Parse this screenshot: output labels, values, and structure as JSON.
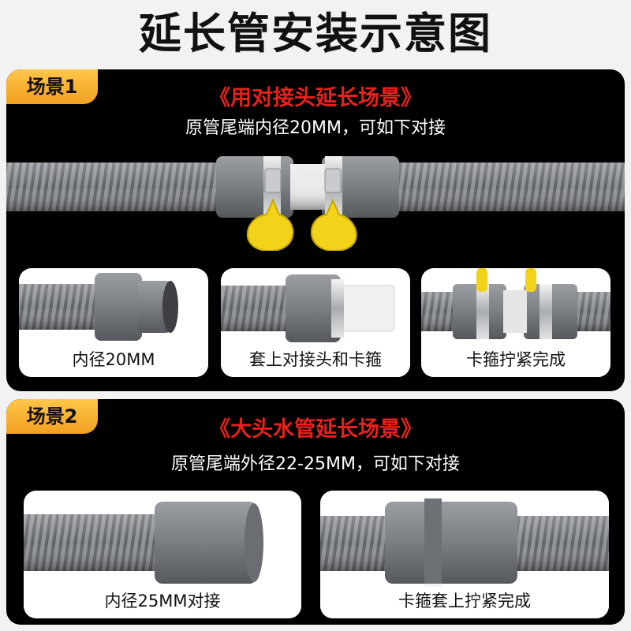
{
  "title": "延长管安装示意图",
  "scene1": {
    "tag": "场景1",
    "headline": "《用对接头延长场景》",
    "subline": "原管尾端内径20MM，可如下对接",
    "cards": [
      {
        "caption": "内径20MM"
      },
      {
        "caption": "套上对接头和卡箍"
      },
      {
        "caption": "卡箍拧紧完成"
      }
    ]
  },
  "scene2": {
    "tag": "场景2",
    "headline": "《大头水管延长场景》",
    "subline": "原管尾端外径22-25MM，可如下对接",
    "cards": [
      {
        "caption": "内径25MM对接"
      },
      {
        "caption": "卡箍套上拧紧完成"
      }
    ]
  },
  "colors": {
    "tag": "#f5b335",
    "headline": "#e8211c",
    "hose": "#8a8d92",
    "connector": "#7c7f84",
    "clamp_key": "#f3d21a"
  }
}
